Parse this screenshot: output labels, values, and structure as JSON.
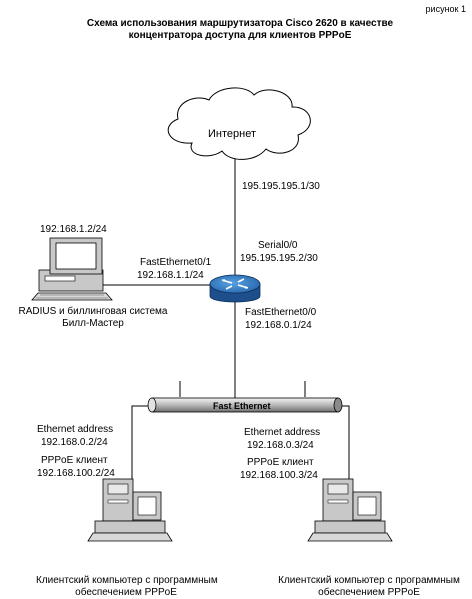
{
  "figure_label": "рисунок 1",
  "title_line1": "Схема использования маршрутизатора Cisco 2620 в качестве",
  "title_line2": "концентратора доступа для клиентов PPPoE",
  "internet_label": "Интернет",
  "wan_isp_ip": "195.195.195.1/30",
  "serial_if": "Serial0/0",
  "serial_ip": "195.195.195.2/30",
  "fe01_if": "FastEthernet0/1",
  "fe01_ip": "192.168.1.1/24",
  "fe00_if": "FastEthernet0/0",
  "fe00_ip": "192.168.0.1/24",
  "billing_ip": "192.168.1.2/24",
  "billing_line1": "RADIUS и биллинговая система",
  "billing_line2": "Билл-Мастер",
  "bus_label": "Fast Ethernet",
  "clients": [
    {
      "eth_label": "Ethernet address",
      "eth_ip": "192.168.0.2/24",
      "pppoe_label": "PPPoE клиент",
      "pppoe_ip": "192.168.100.2/24",
      "caption1": "Клиентский компьютер с программным",
      "caption2": "обеспечением PPPoE"
    },
    {
      "eth_label": "Ethernet address",
      "eth_ip": "192.168.0.3/24",
      "pppoe_label": "PPPoE клиент",
      "pppoe_ip": "192.168.100.3/24",
      "caption1": "Клиентский компьютер с программным",
      "caption2": "обеспечением PPPoE"
    }
  ]
}
